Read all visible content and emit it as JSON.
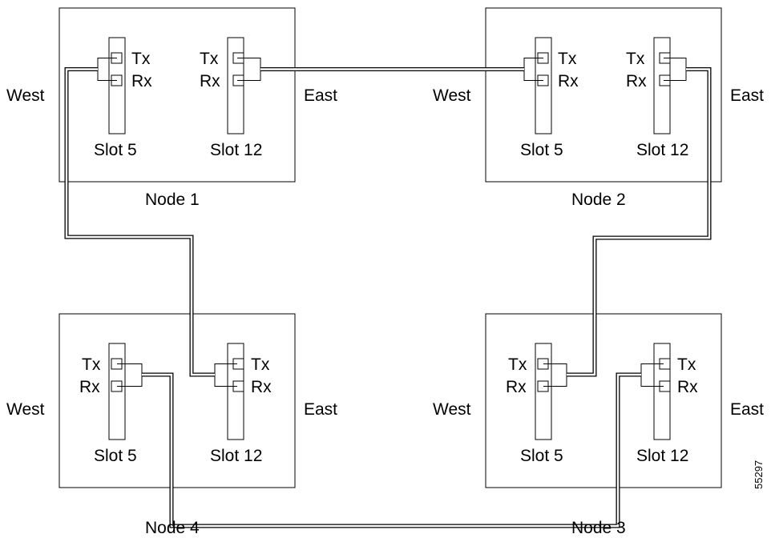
{
  "labels": {
    "west": "West",
    "east": "East",
    "tx": "Tx",
    "rx": "Rx",
    "slot5": "Slot 5",
    "slot12": "Slot 12",
    "node1": "Node 1",
    "node2": "Node 2",
    "node3": "Node 3",
    "node4": "Node 4",
    "figure_id": "55297"
  }
}
